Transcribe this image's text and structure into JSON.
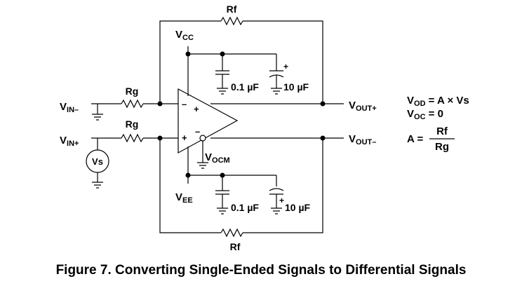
{
  "labels": {
    "rf_top": "Rf",
    "rf_bottom": "Rf",
    "rg_top": "Rg",
    "rg_bottom": "Rg",
    "vcc_main": "V",
    "vcc_sub": "CC",
    "vee_main": "V",
    "vee_sub": "EE",
    "vin_minus_main": "V",
    "vin_minus_sub": "IN–",
    "vin_plus_main": "V",
    "vin_plus_sub": "IN+",
    "vout_plus_main": "V",
    "vout_plus_sub": "OUT+",
    "vout_minus_main": "V",
    "vout_minus_sub": "OUT–",
    "vocm_main": "V",
    "vocm_sub": "OCM",
    "source": "Vs",
    "cap_small_top": "0.1 µF",
    "cap_large_top": "10 µF",
    "cap_small_bottom": "0.1 µF",
    "cap_large_bottom": "10 µF",
    "cap_plus_top": "+",
    "cap_plus_bottom": "+",
    "amp_in_top_sign": "–",
    "amp_in_bottom_sign": "+",
    "amp_out_top_sign": "+",
    "amp_out_bottom_sign": "–"
  },
  "equations": {
    "vod_main": "V",
    "vod_sub": "OD",
    "vod_rhs": " = A × Vs",
    "voc_main": "V",
    "voc_sub": "OC",
    "voc_rhs": " = 0",
    "a_lhs": "A =",
    "a_num": "Rf",
    "a_den": "Rg"
  },
  "caption": "Figure 7.  Converting Single-Ended Signals to Differential Signals"
}
